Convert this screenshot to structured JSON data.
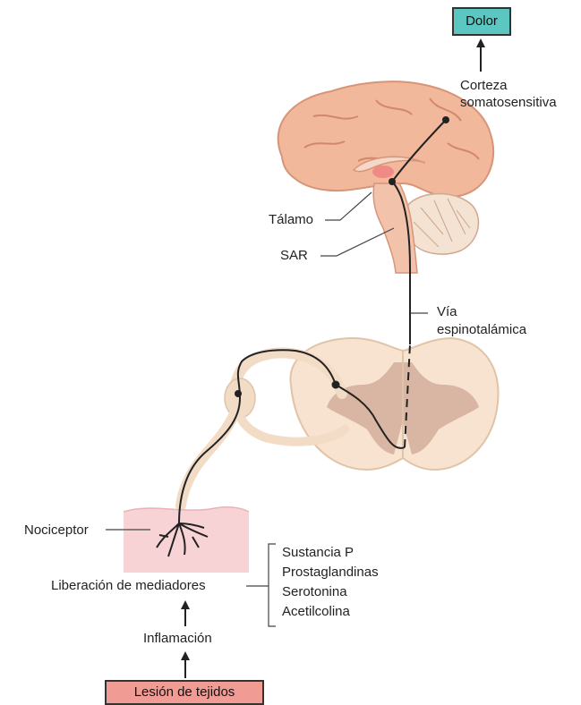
{
  "labels": {
    "dolor": "Dolor",
    "corteza_1": "Corteza",
    "corteza_2": "somatosensitiva",
    "talamo": "Tálamo",
    "sar": "SAR",
    "via_1": "Vía",
    "via_2": "espinotalámica",
    "nociceptor": "Nociceptor",
    "liberacion": "Liberación de mediadores",
    "inflamacion": "Inflamación",
    "lesion": "Lesión de tejidos"
  },
  "mediators": [
    "Sustancia P",
    "Prostaglandinas",
    "Serotonina",
    "Acetilcolina"
  ],
  "colors": {
    "dolor_box": "#5cc6c0",
    "lesion_box": "#f19b95",
    "brain": "#f2b89c",
    "spinal_cord": "#f7e3d0",
    "gray_matter": "#d9b5a4",
    "skin": "#f7d3d6",
    "pathway": "#222222"
  }
}
